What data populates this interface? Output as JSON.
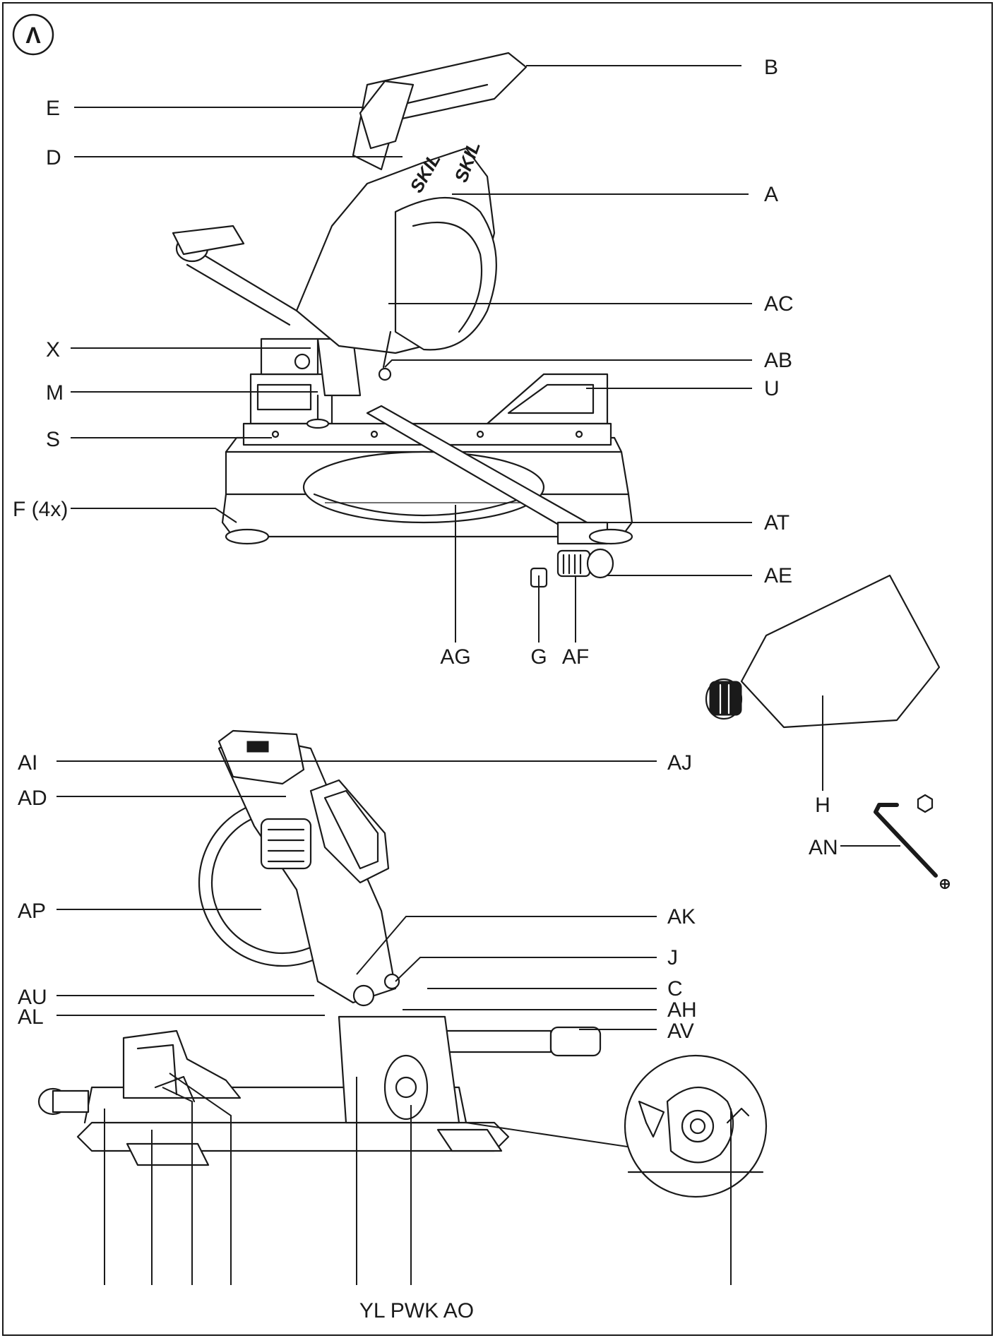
{
  "badge": {
    "text": "Λ"
  },
  "labels": {
    "B": "B",
    "E": "E",
    "D": "D",
    "A": "A",
    "AC": "AC",
    "X": "X",
    "AB": "AB",
    "M": "M",
    "U": "U",
    "S": "S",
    "F": "F (4x)",
    "AT": "AT",
    "AE": "AE",
    "AG": "AG",
    "G": "G",
    "AF": "AF",
    "H": "H",
    "AN": "AN",
    "AI": "AI",
    "AJ": "AJ",
    "AD": "AD",
    "AP": "AP",
    "AK": "AK",
    "J": "J",
    "AU": "AU",
    "C": "C",
    "AL": "AL",
    "AH": "AH",
    "AV": "AV",
    "bottom": "YL PWK AO"
  },
  "brand": {
    "text": "SKIL"
  }
}
